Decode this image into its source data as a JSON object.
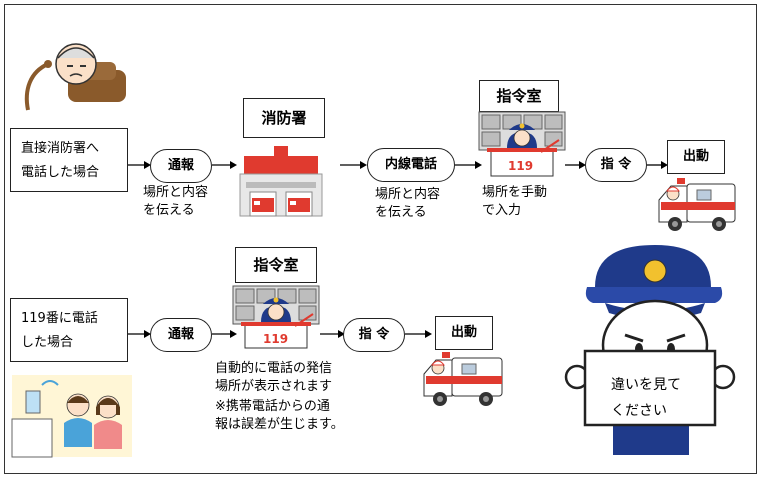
{
  "row1": {
    "start_box": "直接消防署へ\n電話した場合",
    "tsuho": "通報",
    "tsuho_note": "場所と内容\nを伝える",
    "fire_station_title": "消防署",
    "naisen": "内線電話",
    "naisen_note": "場所と内容\nを伝える",
    "shirei_title": "指令室",
    "console_number": "119",
    "shirei_note": "場所を手動\nで入力",
    "shirei_step": "指 令",
    "dispatch_title": "出動"
  },
  "row2": {
    "start_box": "119番に電話\nした場合",
    "tsuho": "通報",
    "shirei_title": "指令室",
    "console_number": "119",
    "auto_note": "自動的に電話の発信\n場所が表示されます",
    "mobile_note": "※携帯電話からの通\n報は誤差が生じます。",
    "shirei_step": "指 令",
    "dispatch_title": "出動"
  },
  "mascot": {
    "sign_text": "違いを見て\nください"
  },
  "colors": {
    "fire_red": "#e03a2f",
    "police_navy": "#1f3a8a",
    "badge_gold": "#f2c12e"
  }
}
